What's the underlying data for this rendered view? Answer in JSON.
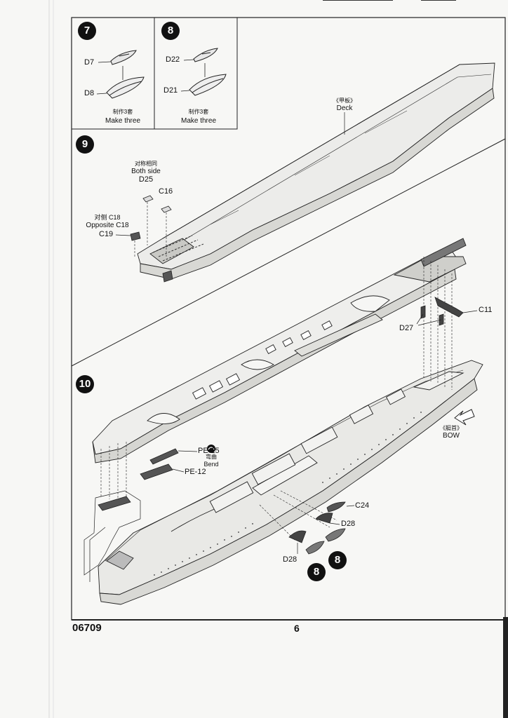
{
  "footer": {
    "code": "06709",
    "page_number": "6"
  },
  "steps": {
    "s7": "7",
    "s8": "8",
    "s9": "9",
    "s10": "10"
  },
  "step7": {
    "top_part": "D7",
    "bottom_part": "D8",
    "note_cn": "制作3套",
    "note_en": "Make three"
  },
  "step8": {
    "top_part": "D22",
    "bottom_part": "D21",
    "note_cn": "制作3套",
    "note_en": "Make three"
  },
  "step9": {
    "deck_cn": "《甲板》",
    "deck_en": "Deck",
    "both_side_cn": "对称相同",
    "both_side_en": "Both side",
    "d25": "D25",
    "c16": "C16",
    "opposite_cn": "对侧 C18",
    "opposite_en": "Opposite C18",
    "c19": "C19"
  },
  "step10": {
    "c11": "C11",
    "d27": "D27",
    "bow_cn": "《艇首》",
    "bow_en": "BOW",
    "pe15": "PE-15",
    "bend_cn": "弯曲",
    "bend_en": "Bend",
    "pe12": "PE-12",
    "c24": "C24",
    "d28_right": "D28",
    "d28_left": "D28",
    "ref_a": "8",
    "ref_b": "8"
  }
}
